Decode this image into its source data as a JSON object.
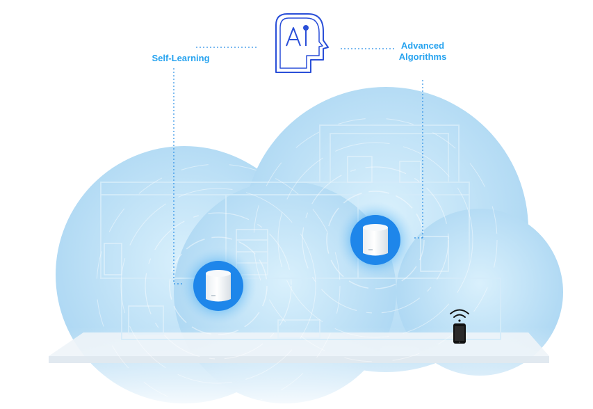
{
  "labels": {
    "self_learning": "Self-Learning",
    "advanced_line1": "Advanced",
    "advanced_line2": "Algorithms"
  },
  "icons": {
    "top": "ai-head-icon",
    "routers": "mesh-router-icon",
    "phone": "smartphone-icon",
    "wifi": "wifi-icon"
  },
  "colors": {
    "accent": "#27a3ef",
    "icon_stroke": "#2a4fd8",
    "cloud": "#bfe1f7",
    "glow": "#3aa0ee"
  }
}
